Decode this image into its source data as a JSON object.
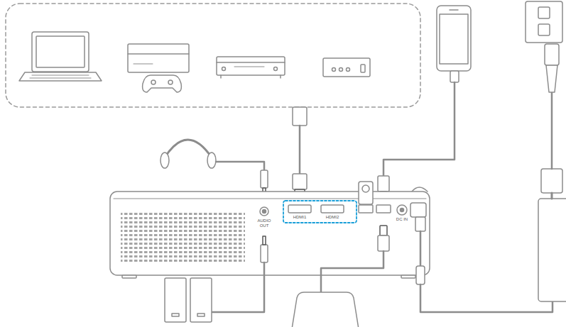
{
  "diagram": {
    "labels": [
      "AUDIO OUT",
      "HDMI1",
      "HDMI2",
      "DC IN"
    ]
  }
}
